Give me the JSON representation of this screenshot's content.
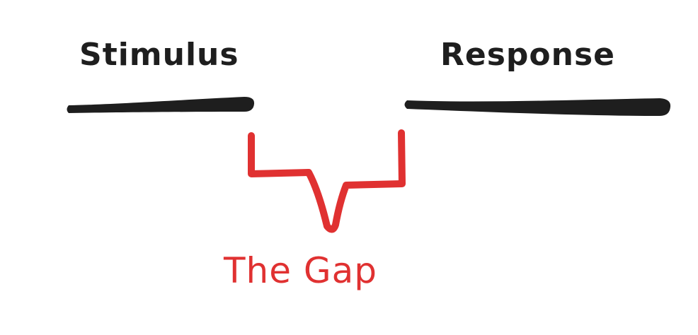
{
  "labels": {
    "stimulus": "Stimulus",
    "response": "Response",
    "gap": "The Gap"
  },
  "colors": {
    "ink": "#1e1e1e",
    "accent": "#e03131",
    "background": "#ffffff"
  }
}
